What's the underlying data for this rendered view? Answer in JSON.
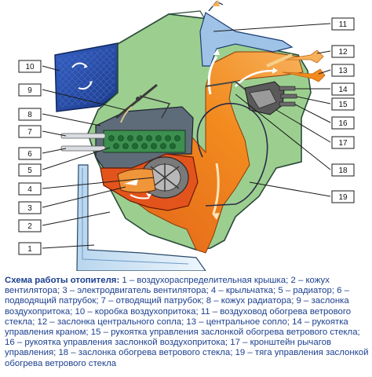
{
  "labels": [
    "1",
    "2",
    "3",
    "4",
    "5",
    "6",
    "7",
    "8",
    "9",
    "10",
    "11",
    "12",
    "13",
    "14",
    "15",
    "16",
    "17",
    "18",
    "19"
  ],
  "caption": {
    "title": "Схема работы отопителя:",
    "body": " 1 – воздухораспределительная крышка; 2 – кожух вентилятора; 3 – электродвигатель вентилятора; 4 – крыльчатка; 5 – радиатор; 6 – подводящий патрубок; 7 – отводящий патрубок; 8 – кожух радиатора; 9 – заслонка воздухопритока; 10 – коробка воздухопритока; 11 – воздуховод обогрева ветрового стекла; 12 – заслонка центрального сопла; 13 – центральное сопло; 14 – рукоятка управления краном; 15 – рукоятка управления заслонкой обогрева ветрового стекла; 16 – рукоятка управления заслонкой воздухопритока; 17 – кронштейн рычагов управления; 18 – заслонка обогрева ветрового стекла; 19 – тяга управления заслонкой обогрева ветрового стекла"
  },
  "colors": {
    "housing_green": "#9ccf8f",
    "housing_outline": "#2a4a3a",
    "hot_air_orange": "#f28a1e",
    "hot_air_light": "#f6b35a",
    "intake_blue": "#2d56b8",
    "intake_dark": "#1c3a86",
    "duct_light_blue": "#d6e8f5",
    "radiator_gray": "#6e7a86",
    "radiator_core": "#2e9d4a",
    "fan_red": "#d9281e",
    "caption_blue": "#1b3f8f"
  }
}
